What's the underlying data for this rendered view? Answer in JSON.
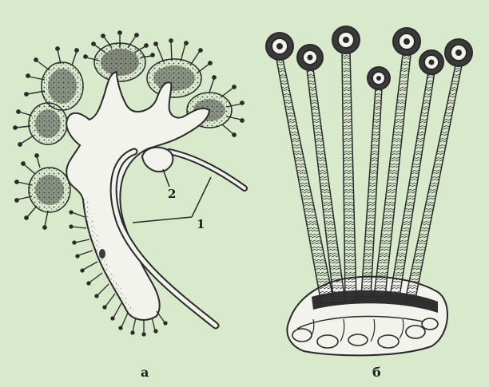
{
  "figure": {
    "background": "#d9e9cb",
    "ink": "#2a2a2a",
    "body_fill": "#f2f3ec",
    "panels": [
      {
        "label": "а"
      },
      {
        "label": "б"
      }
    ],
    "callouts": [
      {
        "label": "1"
      },
      {
        "label": "2"
      }
    ]
  }
}
